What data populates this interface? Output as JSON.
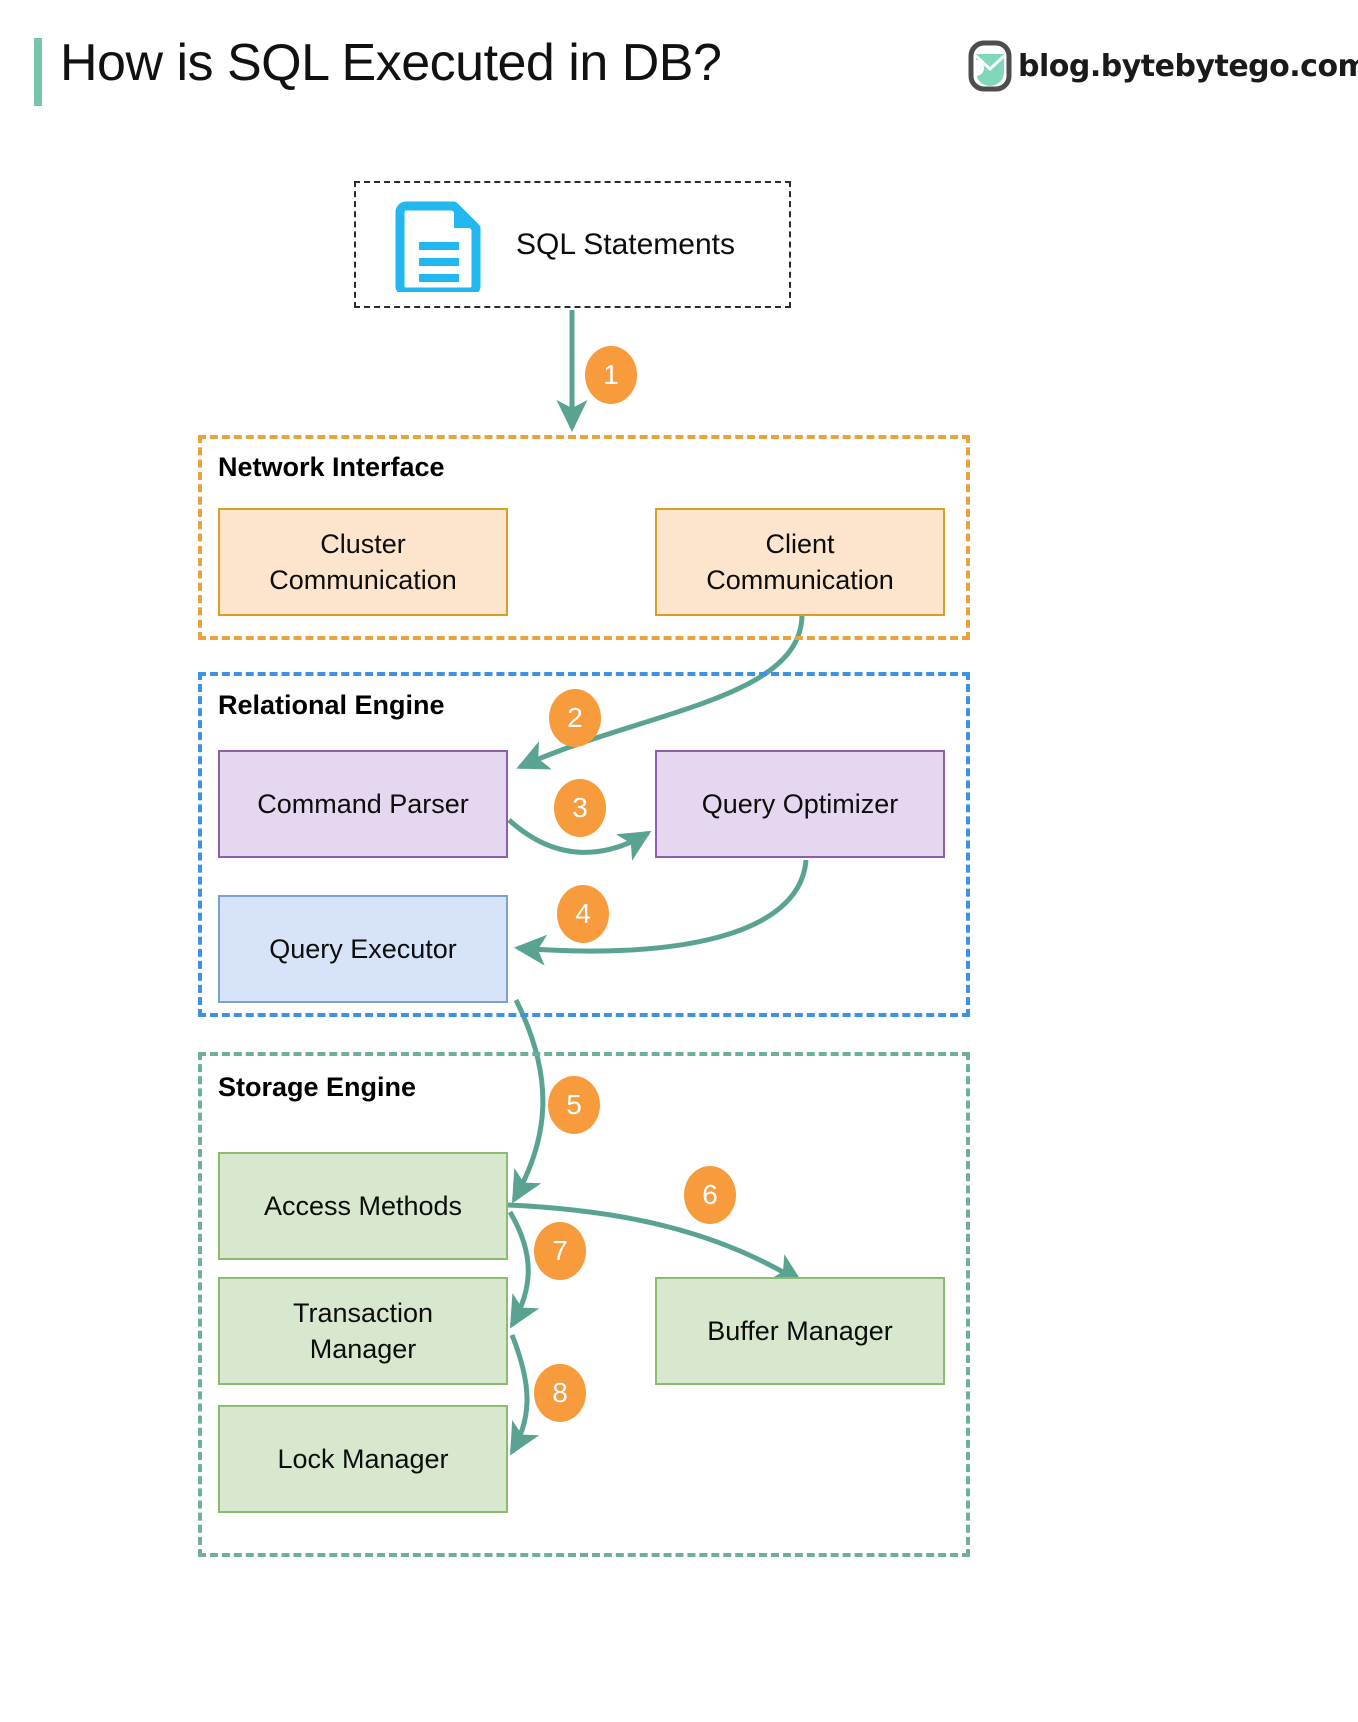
{
  "header": {
    "title": "How is SQL Executed in DB?",
    "brand": "blog.bytebytego.com",
    "accent_bar_color": "#76c7a8",
    "logo_icon": "bytebytego-logo-icon"
  },
  "diagram": {
    "source": {
      "label": "SQL Statements",
      "icon": "document-icon",
      "icon_color": "#22b8ef",
      "border_style": "dashed-black"
    },
    "groups": [
      {
        "id": "network",
        "label": "Network Interface",
        "border_color": "#e8a33d",
        "nodes": [
          {
            "id": "cluster-communication",
            "label": "Cluster\nCommunication",
            "fill": "#fce4cd",
            "stroke": "#d8a022"
          },
          {
            "id": "client-communication",
            "label": "Client\nCommunication",
            "fill": "#fce4cd",
            "stroke": "#d8a022"
          }
        ]
      },
      {
        "id": "relational",
        "label": "Relational Engine",
        "border_color": "#3f92e3",
        "nodes": [
          {
            "id": "command-parser",
            "label": "Command Parser",
            "fill": "#e5d7ef",
            "stroke": "#8d5fa8"
          },
          {
            "id": "query-optimizer",
            "label": "Query Optimizer",
            "fill": "#e5d7ef",
            "stroke": "#8d5fa8"
          },
          {
            "id": "query-executor",
            "label": "Query Executor",
            "fill": "#d6e3f8",
            "stroke": "#7d9fcd"
          }
        ]
      },
      {
        "id": "storage",
        "label": "Storage Engine",
        "border_color": "#6fae9b",
        "nodes": [
          {
            "id": "access-methods",
            "label": "Access Methods",
            "fill": "#d8e8cf",
            "stroke": "#8bbc72"
          },
          {
            "id": "buffer-manager",
            "label": "Buffer Manager",
            "fill": "#d8e8cf",
            "stroke": "#8bbc72"
          },
          {
            "id": "transaction-manager",
            "label": "Transaction\nManager",
            "fill": "#d8e8cf",
            "stroke": "#8bbc72"
          },
          {
            "id": "lock-manager",
            "label": "Lock Manager",
            "fill": "#d8e8cf",
            "stroke": "#8bbc72"
          }
        ]
      }
    ],
    "node_labels": {
      "cluster_communication_line1": "Cluster",
      "cluster_communication_line2": "Communication",
      "client_communication_line1": "Client",
      "client_communication_line2": "Communication",
      "command_parser": "Command Parser",
      "query_optimizer": "Query Optimizer",
      "query_executor": "Query Executor",
      "access_methods": "Access Methods",
      "buffer_manager": "Buffer Manager",
      "transaction_manager_line1": "Transaction",
      "transaction_manager_line2": "Manager",
      "lock_manager": "Lock Manager"
    },
    "group_labels": {
      "network": "Network Interface",
      "relational": "Relational Engine",
      "storage": "Storage Engine"
    },
    "steps": [
      {
        "n": "1",
        "from": "sql-statements",
        "to": "network-interface"
      },
      {
        "n": "2",
        "from": "client-communication",
        "to": "command-parser"
      },
      {
        "n": "3",
        "from": "command-parser",
        "to": "query-optimizer"
      },
      {
        "n": "4",
        "from": "query-optimizer",
        "to": "query-executor"
      },
      {
        "n": "5",
        "from": "query-executor",
        "to": "access-methods"
      },
      {
        "n": "6",
        "from": "access-methods",
        "to": "buffer-manager"
      },
      {
        "n": "7",
        "from": "access-methods",
        "to": "transaction-manager"
      },
      {
        "n": "8",
        "from": "transaction-manager",
        "to": "lock-manager"
      }
    ],
    "arrow_color": "#5aa393",
    "badge_color": "#f79b3c",
    "badge_text_color": "#ffffff"
  }
}
